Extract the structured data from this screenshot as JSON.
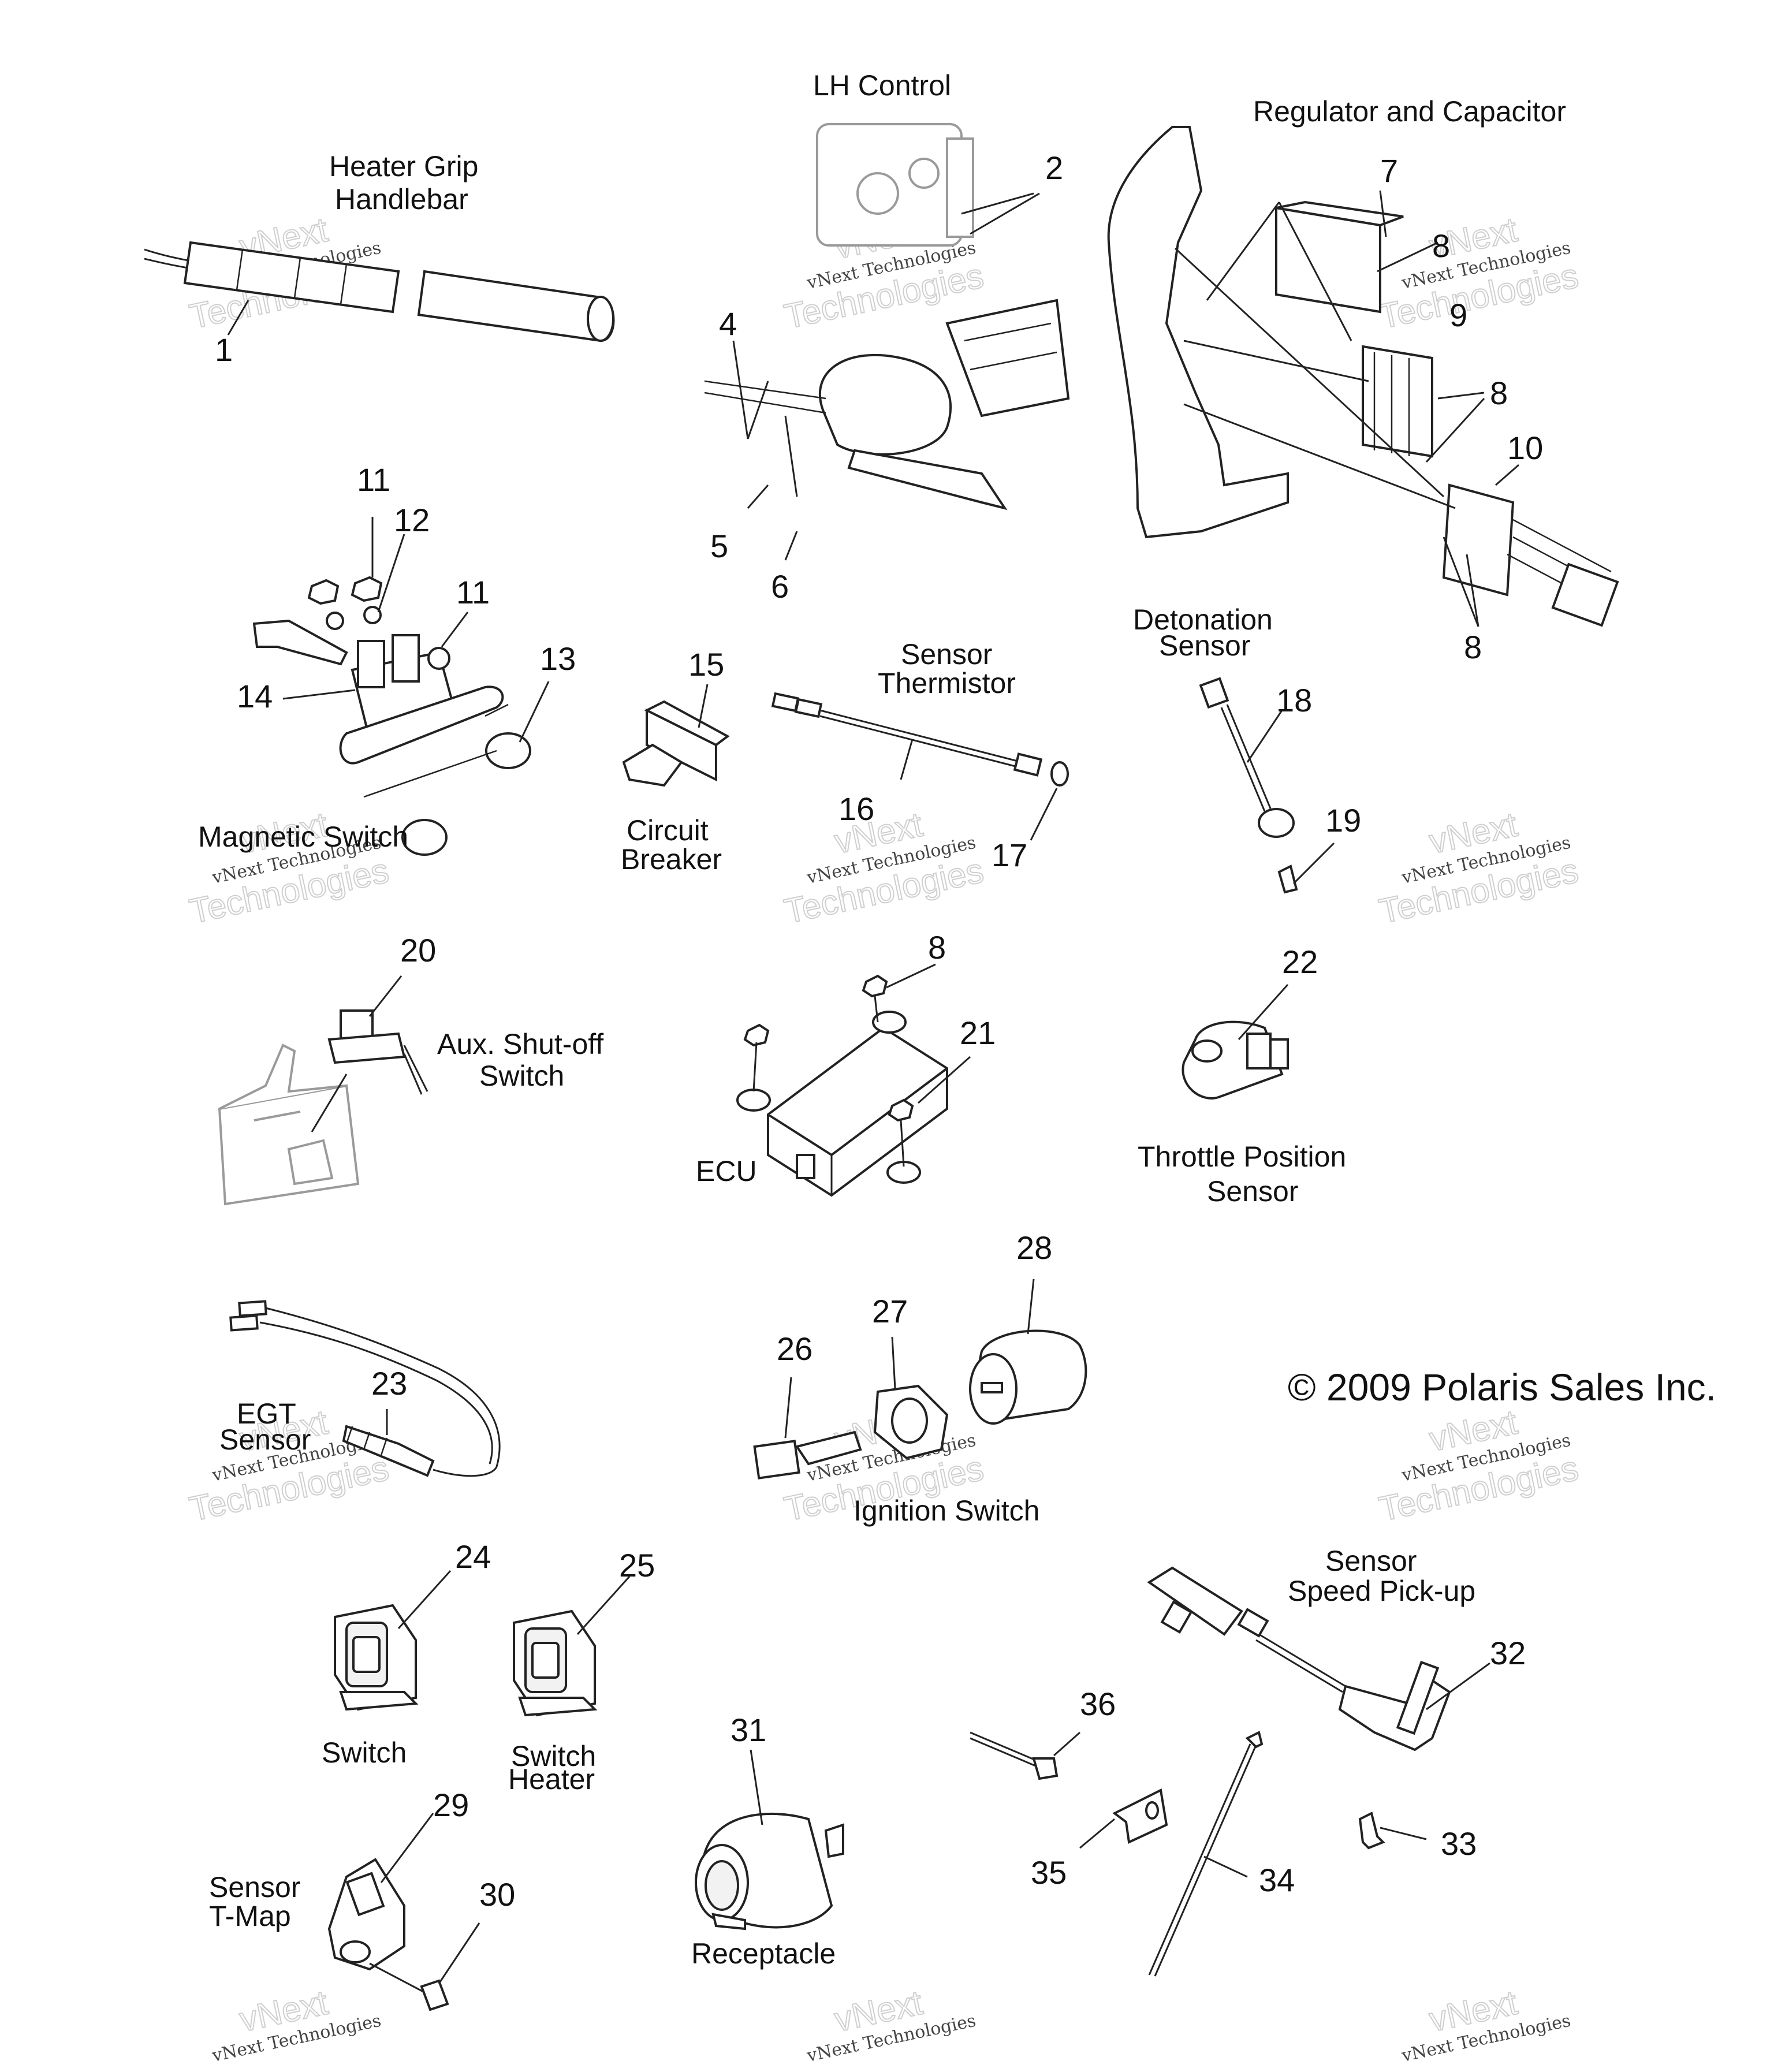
{
  "labels": {
    "lh_control": "LH Control",
    "regulator": "Regulator and Capacitor",
    "heater_grip_1": "Heater Grip",
    "heater_grip_2": "Handlebar",
    "magnetic_switch": "Magnetic Switch",
    "circuit_breaker_1": "Circuit",
    "circuit_breaker_2": "Breaker",
    "sensor_thermistor_1": "Sensor",
    "sensor_thermistor_2": "Thermistor",
    "detonation_1": "Detonation",
    "detonation_2": "Sensor",
    "aux_1": "Aux. Shut-off",
    "aux_2": "Switch",
    "ecu": "ECU",
    "tps_1": "Throttle Position",
    "tps_2": "Sensor",
    "egt_1": "EGT",
    "egt_2": "Sensor",
    "ignition": "Ignition Switch",
    "speed_1": "Sensor",
    "speed_2": "Speed Pick-up",
    "switch": "Switch",
    "switch_heater_1": "Switch",
    "switch_heater_2": "Heater",
    "tmap_1": "Sensor",
    "tmap_2": "T-Map",
    "receptacle": "Receptacle",
    "copyright": "© 2009 Polaris Sales Inc."
  },
  "callouts": [
    "1",
    "2",
    "4",
    "5",
    "6",
    "7",
    "8",
    "9",
    "8",
    "10",
    "8",
    "11",
    "12",
    "11",
    "13",
    "14",
    "15",
    "16",
    "17",
    "18",
    "19",
    "20",
    "8",
    "21",
    "22",
    "23",
    "24",
    "25",
    "26",
    "27",
    "28",
    "29",
    "30",
    "31",
    "32",
    "33",
    "34",
    "35",
    "36"
  ],
  "watermark": {
    "line1": "vNext Technologies",
    "line2": "vNext",
    "line3": "Technologies"
  }
}
